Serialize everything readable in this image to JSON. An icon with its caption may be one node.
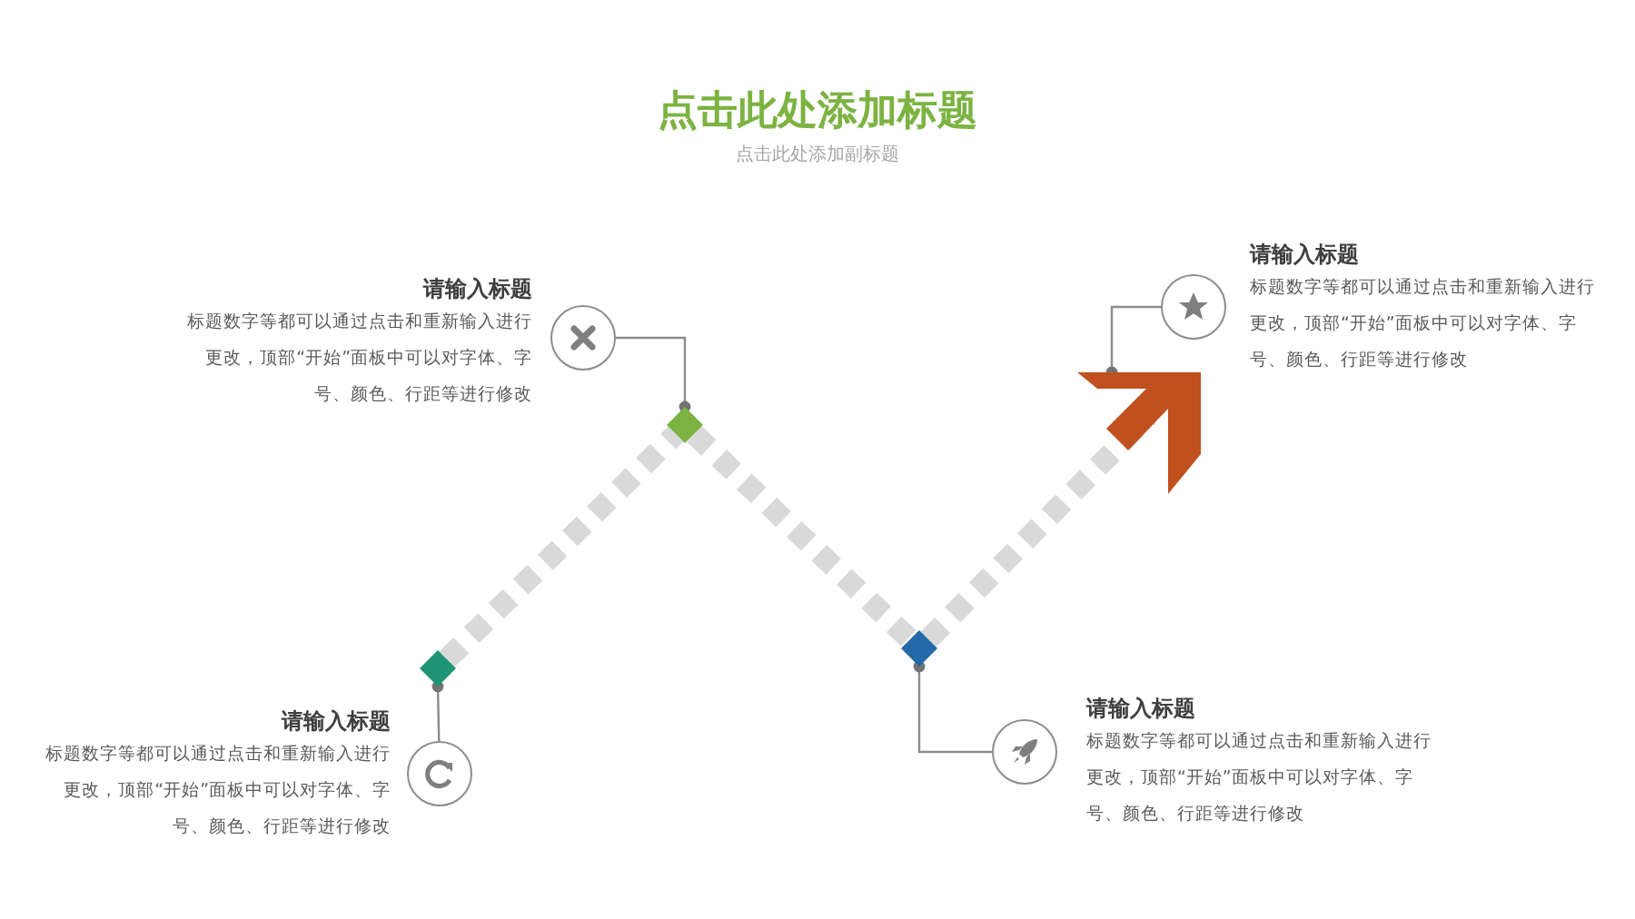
{
  "diagram": {
    "title": "点击此处添加标题",
    "nodes": [
      {
        "text": [],
        "shape": "diamond"
      },
      {
        "text": [],
        "shape": "diamond"
      },
      {
        "text": [],
        "shape": "diamond"
      },
      {
        "text": [],
        "shape": "arrow"
      },
      {
        "text": [],
        "shape": "circle",
        "beside": [
          "请输入标题",
          "标题数字等都可以通过点击和重新输入进行更改，顶部“开始”面板中可以对字体、字号、颜色、行距等进行修改"
        ]
      },
      {
        "text": [],
        "shape": "circle",
        "beside": [
          "请输入标题",
          "标题数字等都可以通过点击和重新输入进行更改，顶部“开始”面板中可以对字体、字号、颜色、行距等进行修改"
        ]
      },
      {
        "text": [],
        "shape": "circle",
        "beside": [
          "请输入标题",
          "标题数字等都可以通过点击和重新输入进行更改，顶部“开始”面板中可以对字体、字号、颜色、行距等进行修改"
        ]
      },
      {
        "text": [],
        "shape": "circle",
        "beside": [
          "请输入标题",
          "标题数字等都可以通过点击和重新输入进行更改，顶部“开始”面板中可以对字体、字号、颜色、行距等进行修改"
        ]
      }
    ],
    "edges": [
      {
        "from": 0,
        "to": 1,
        "arrow": "none",
        "style": "dashed",
        "color": "#d9d9d9"
      },
      {
        "from": 1,
        "to": 2,
        "arrow": "none",
        "style": "dashed",
        "color": "#d9d9d9"
      },
      {
        "from": 2,
        "to": 3,
        "arrow": "none",
        "style": "dashed",
        "color": "#d9d9d9"
      },
      {
        "from": 0,
        "to": 4,
        "arrow": "other"
      },
      {
        "from": 1,
        "to": 5,
        "arrow": "other"
      },
      {
        "from": 2,
        "to": 6,
        "arrow": "other"
      },
      {
        "from": 3,
        "to": 7,
        "arrow": "other"
      }
    ],
    "labels": [
      "点击此处添加副标题"
    ]
  }
}
